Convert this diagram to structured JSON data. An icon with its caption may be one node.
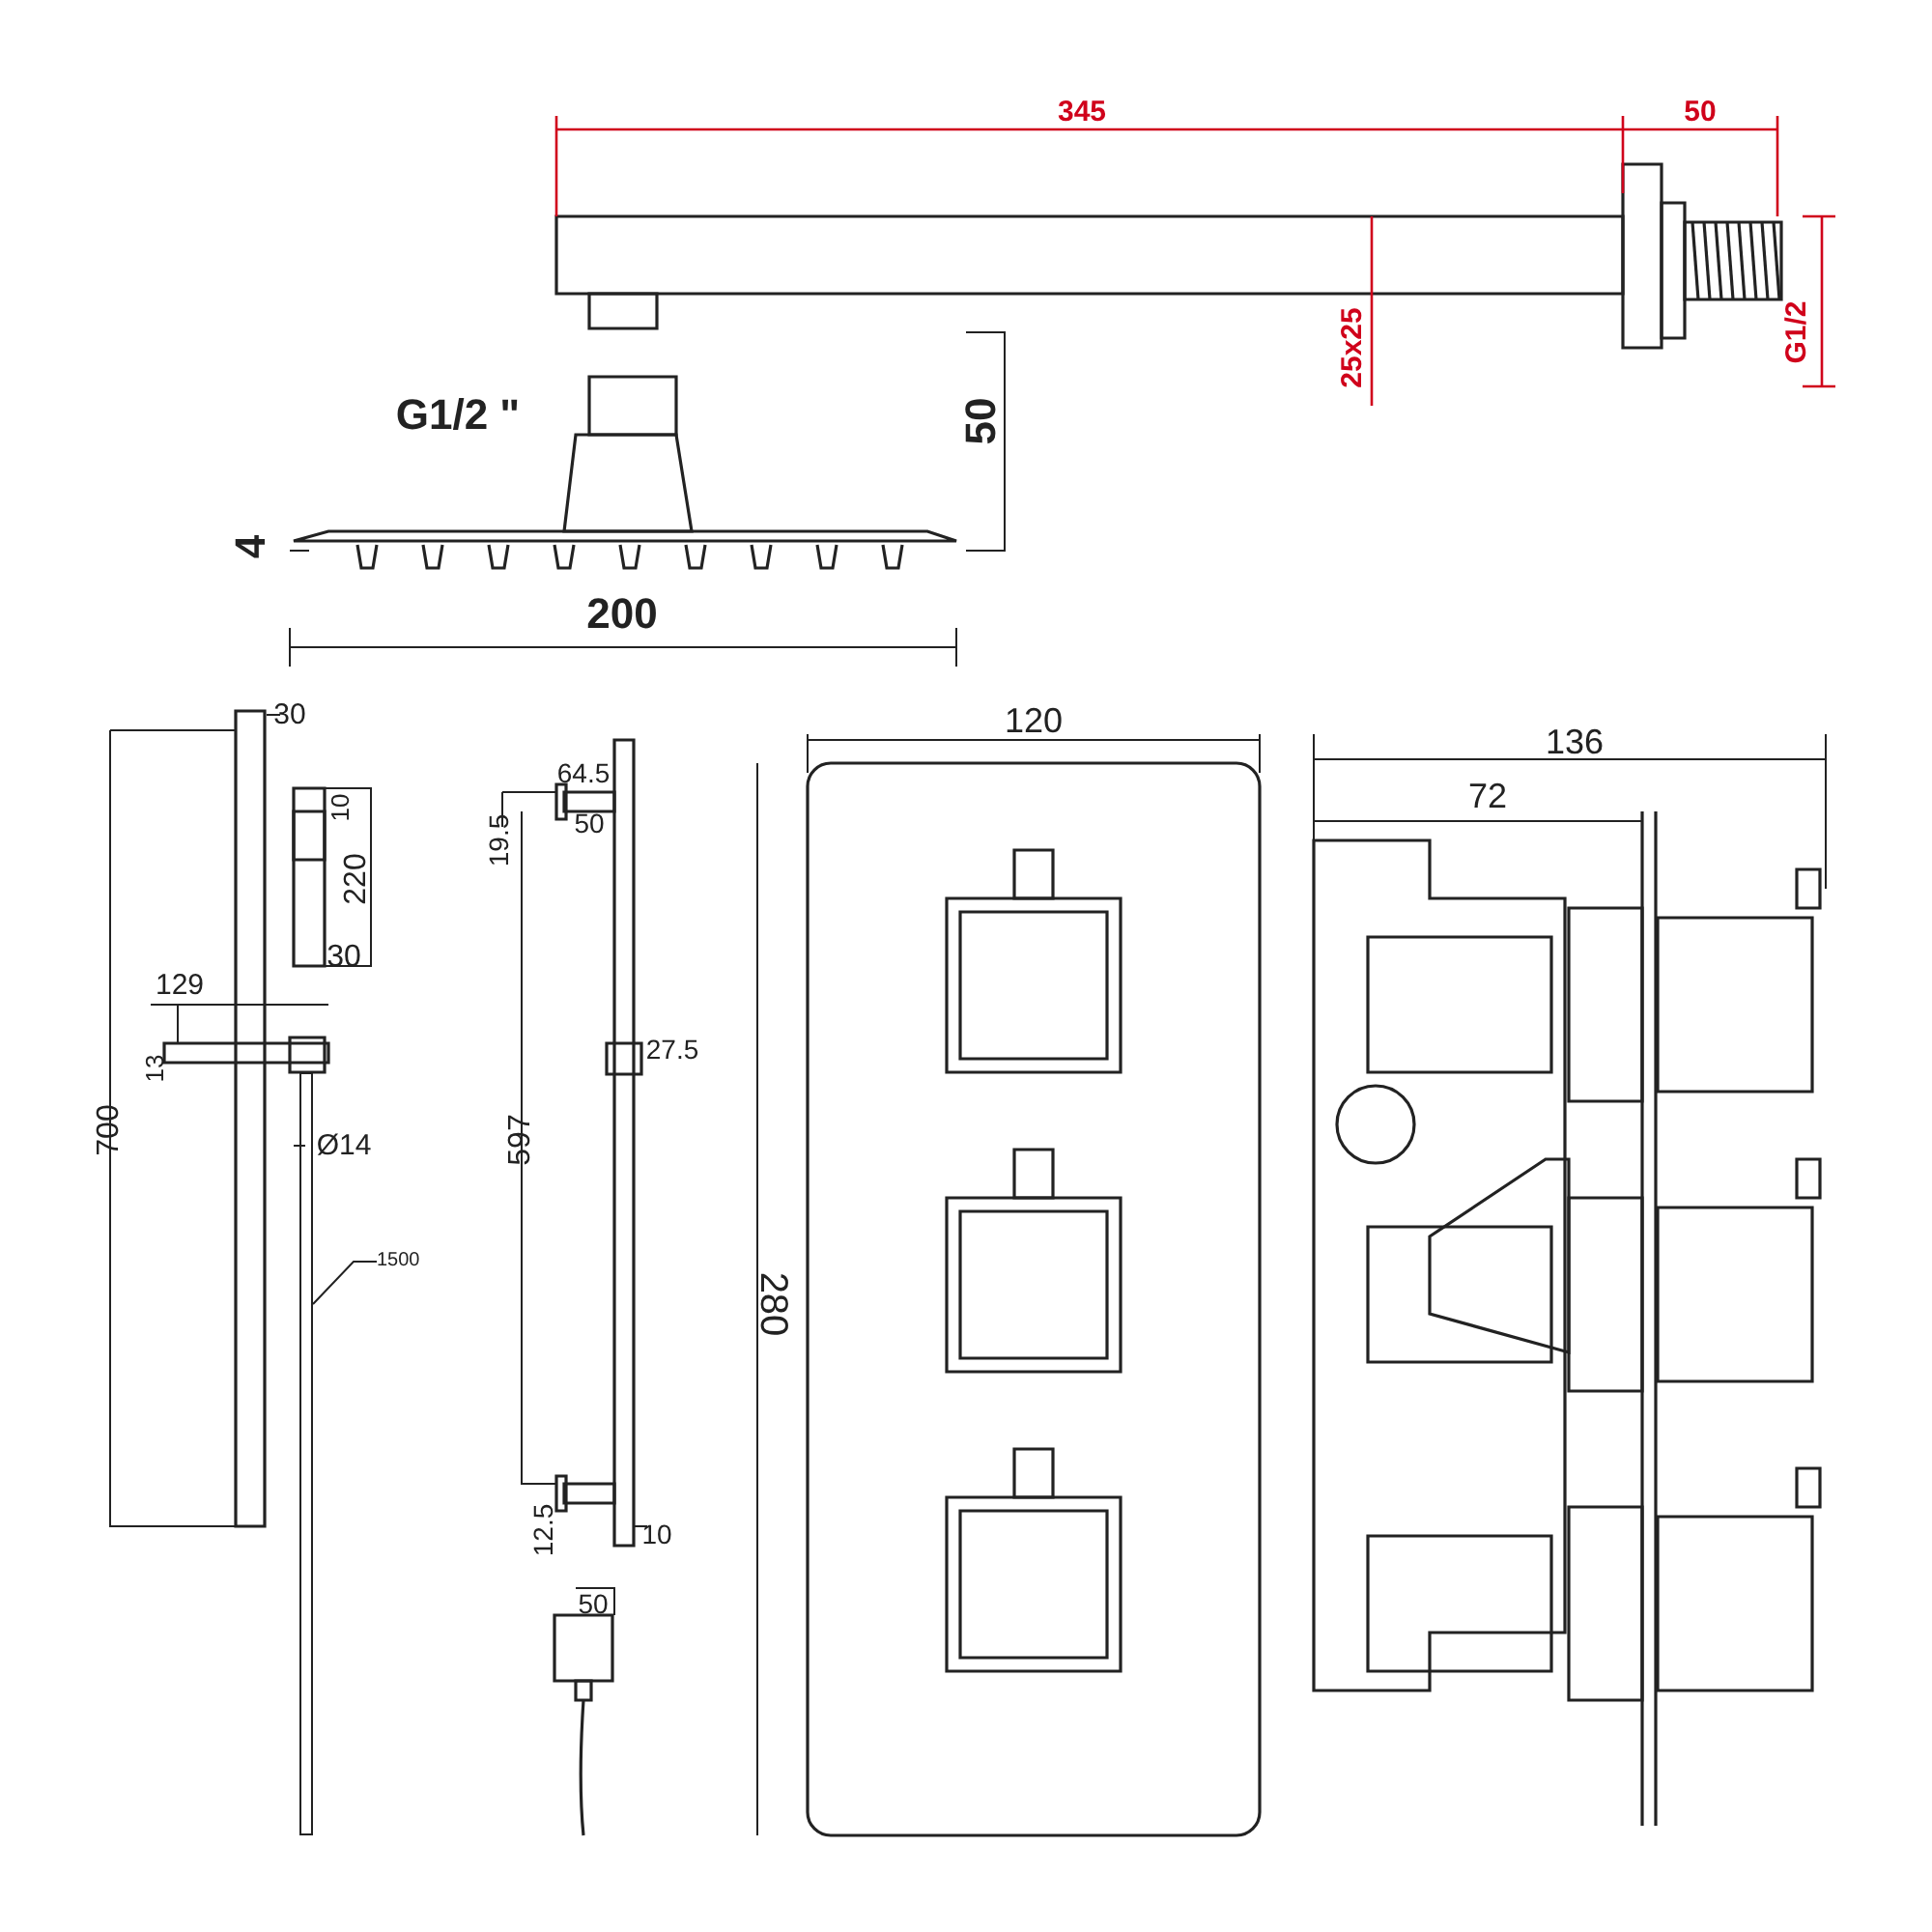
{
  "diagram": {
    "nodes": [
      {
        "text": [
          "1500"
        ]
      },
      {
        "text": [],
        "shape": "bar"
      }
    ],
    "edges": [
      {
        "from": 0,
        "to": 1,
        "arrow": "none"
      }
    ],
    "labels": [
      "345",
      "50",
      "25x25",
      "G1/2",
      "G1/2 \"",
      "50",
      "4",
      "200",
      "30",
      "10",
      "220",
      "30",
      "129",
      "13",
      "Ø14",
      "700",
      "64.5",
      "19.5",
      "50",
      "27.5",
      "597",
      "12.5",
      "10",
      "50",
      "120",
      "136",
      "72",
      "280"
    ]
  }
}
